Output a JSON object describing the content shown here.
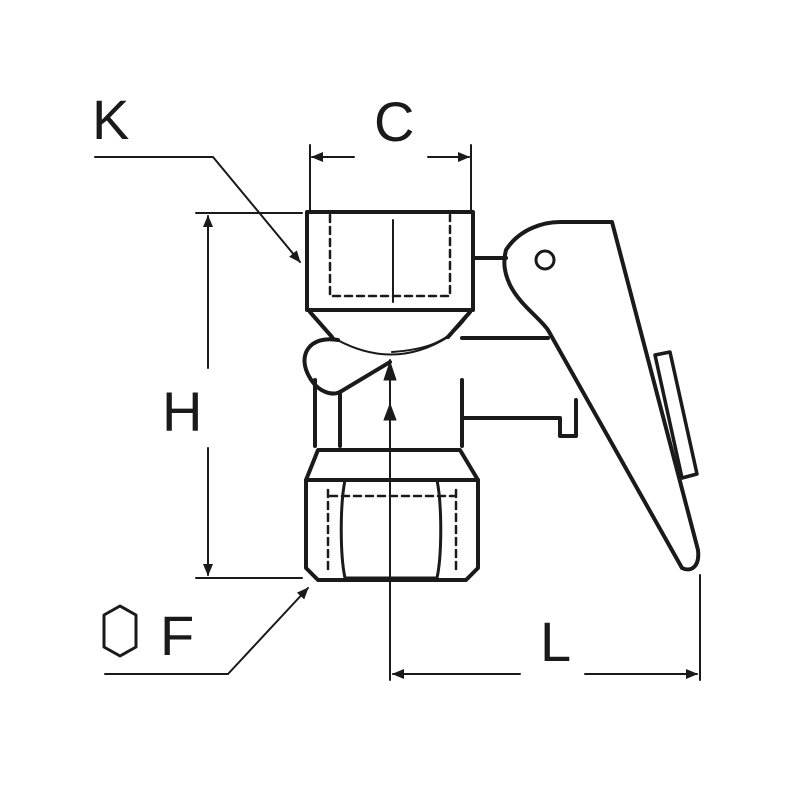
{
  "labels": {
    "k": "K",
    "c": "C",
    "h": "H",
    "l": "L",
    "f": "F"
  },
  "colors": {
    "ink": "#1a1a1a",
    "background": "#ffffff"
  },
  "icons": {
    "across_flats": "hexagon-icon"
  }
}
